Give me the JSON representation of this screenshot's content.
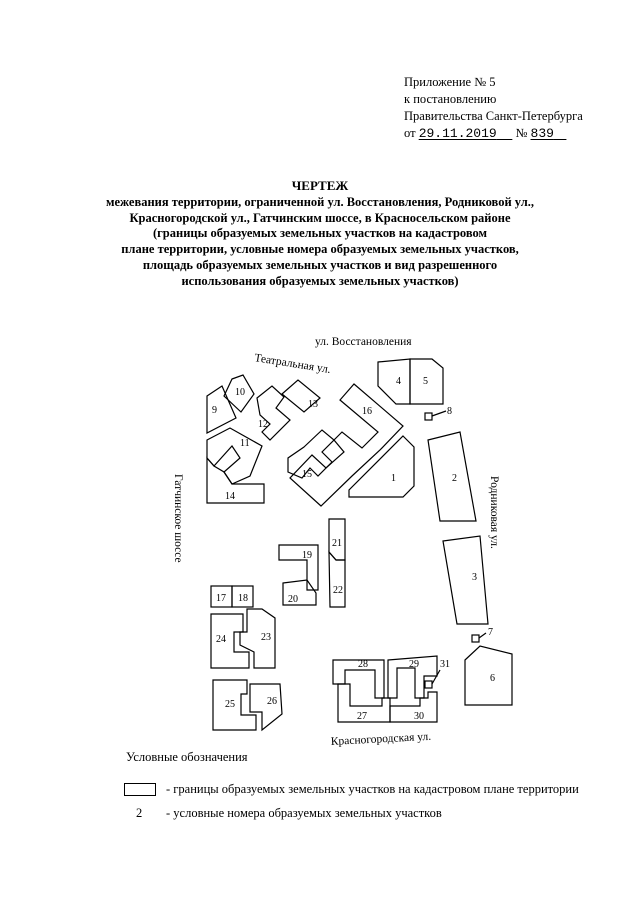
{
  "appendix": {
    "line1": "Приложение № 5",
    "line2": "к постановлению",
    "line3": "Правительства Санкт-Петербурга",
    "date_prefix": "от",
    "date": "29.11.2019",
    "number_prefix": "№",
    "number": "839"
  },
  "title": {
    "main": "ЧЕРТЕЖ",
    "lines": [
      "межевания территории, ограниченной ул. Восстановления, Родниковой ул.,",
      "Красногородской ул., Гатчинским шоссе,  в Красносельском районе",
      "(границы образуемых земельных участков на кадастровом",
      "плане территории, условные номера образуемых земельных участков,",
      "площадь образуемых земельных участков и вид разрешенного",
      "использования образуемых земельных участков)"
    ]
  },
  "streets": {
    "vosstanovleniya": "ул. Восстановления",
    "teatralnaya": "Театральная ул.",
    "rodnikovaya": "Родниковая ул.",
    "gatchinskoe": "Гатчинское шоссе",
    "krasnogorodskaya": "Красногородская ул."
  },
  "parcels": {
    "p1": "1",
    "p2": "2",
    "p3": "3",
    "p4": "4",
    "p5": "5",
    "p6": "6",
    "p7": "7",
    "p8": "8",
    "p9": "9",
    "p10": "10",
    "p11": "11",
    "p12": "12",
    "p13": "13",
    "p14": "14",
    "p15": "15",
    "p16": "16",
    "p17": "17",
    "p18": "18",
    "p19": "19",
    "p20": "20",
    "p21": "21",
    "p22": "22",
    "p23": "23",
    "p24": "24",
    "p25": "25",
    "p26": "26",
    "p27": "27",
    "p28": "28",
    "p29": "29",
    "p30": "30",
    "p31": "31"
  },
  "legend": {
    "title": "Условные обозначения",
    "boundary": "- границы образуемых земельных участков на кадастровом плане территории",
    "number_sample": "2",
    "number_desc": "- условные номера образуемых земельных участков"
  }
}
